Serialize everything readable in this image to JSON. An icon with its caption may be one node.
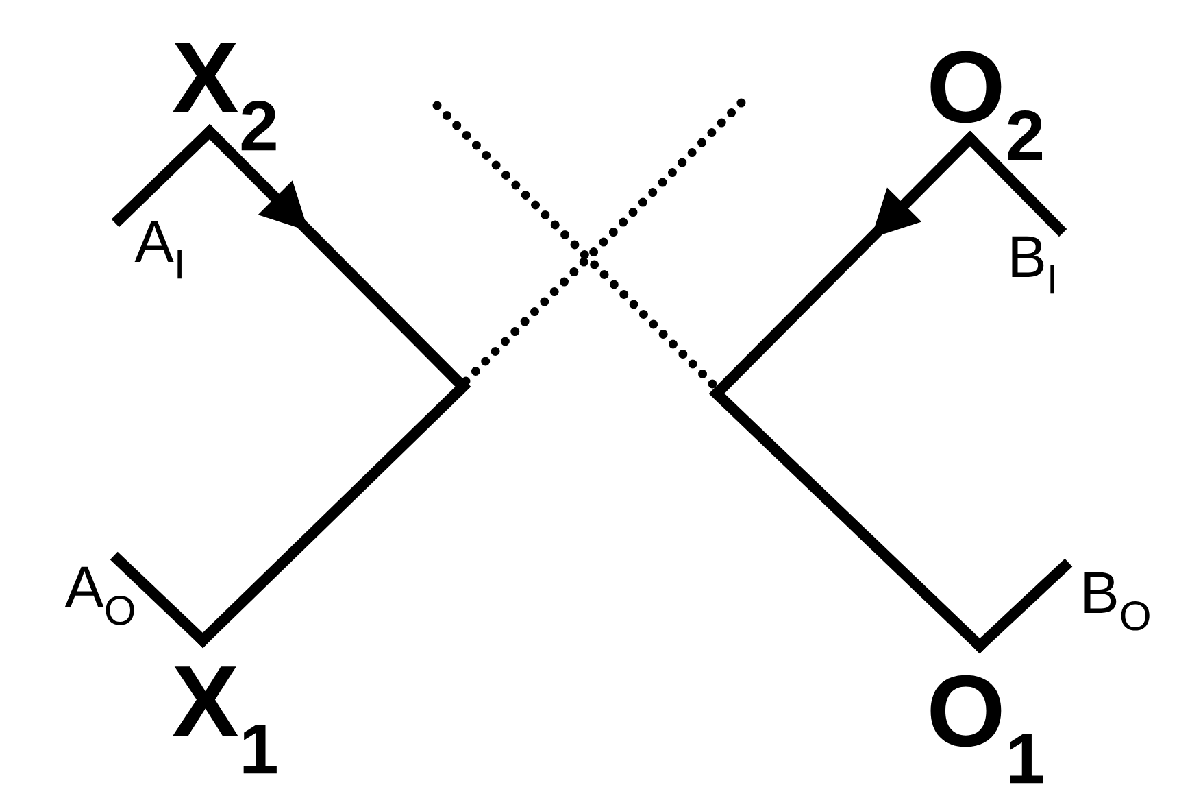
{
  "diagram": {
    "nodes": [
      {
        "text": [
          "X$_{2}$"
        ]
      },
      {
        "text": [
          "O$_{2}$"
        ]
      },
      {
        "text": [
          "A$_{I}$"
        ]
      },
      {
        "text": [
          "B$_{I}$"
        ]
      },
      {
        "text": [
          "A$_{O}$"
        ]
      },
      {
        "text": [
          "B$_{O}$"
        ]
      },
      {
        "text": [
          "X$_{1}$"
        ]
      },
      {
        "text": [
          "O$_{1}$"
        ]
      }
    ],
    "edges": [
      {
        "from": 2,
        "to": 0,
        "arrow": "none"
      },
      {
        "from": 0,
        "to": 6,
        "arrow": "to"
      },
      {
        "from": 6,
        "to": 4,
        "arrow": "none"
      },
      {
        "from": 3,
        "to": 1,
        "arrow": "none"
      },
      {
        "from": 1,
        "to": 7,
        "arrow": "to"
      },
      {
        "from": 7,
        "to": 5,
        "arrow": "none"
      }
    ]
  }
}
